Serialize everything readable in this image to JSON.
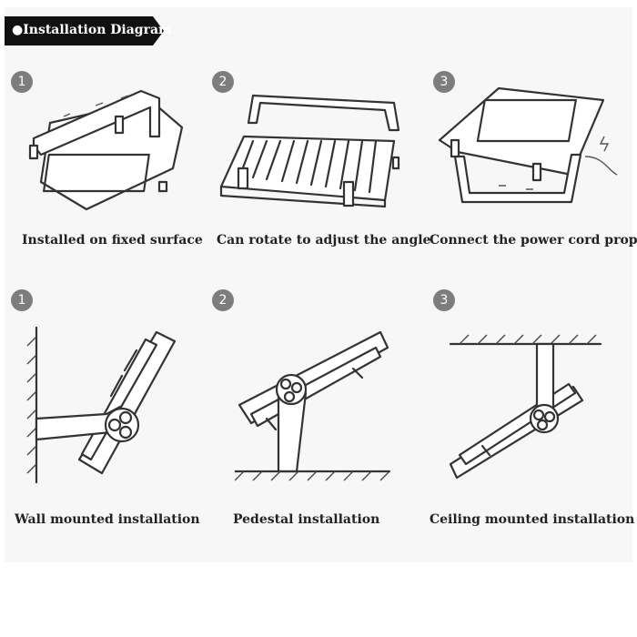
{
  "header": {
    "title": "●Installation Diagram"
  },
  "rows": [
    {
      "steps": [
        {
          "number": "1",
          "caption": "Installed on fixed surface"
        },
        {
          "number": "2",
          "caption": "Can rotate to adjust the angle"
        },
        {
          "number": "3",
          "caption": "Connect the power cord properly"
        }
      ]
    },
    {
      "steps": [
        {
          "number": "1",
          "caption": "Wall mounted installation"
        },
        {
          "number": "2",
          "caption": "Pedestal installation"
        },
        {
          "number": "3",
          "caption": "Ceiling mounted installation"
        }
      ]
    }
  ],
  "icons": {
    "bullet": "bullet-dot-icon",
    "illustrations": [
      "floodlight-fixed-surface-icon",
      "floodlight-rotate-angle-icon",
      "floodlight-power-cord-icon",
      "floodlight-wall-mount-icon",
      "floodlight-pedestal-icon",
      "floodlight-ceiling-mount-icon"
    ]
  },
  "colors": {
    "banner": "#111111",
    "badge": "#7d7d7d",
    "panel": "#f7f7f7",
    "line": "#333333"
  }
}
